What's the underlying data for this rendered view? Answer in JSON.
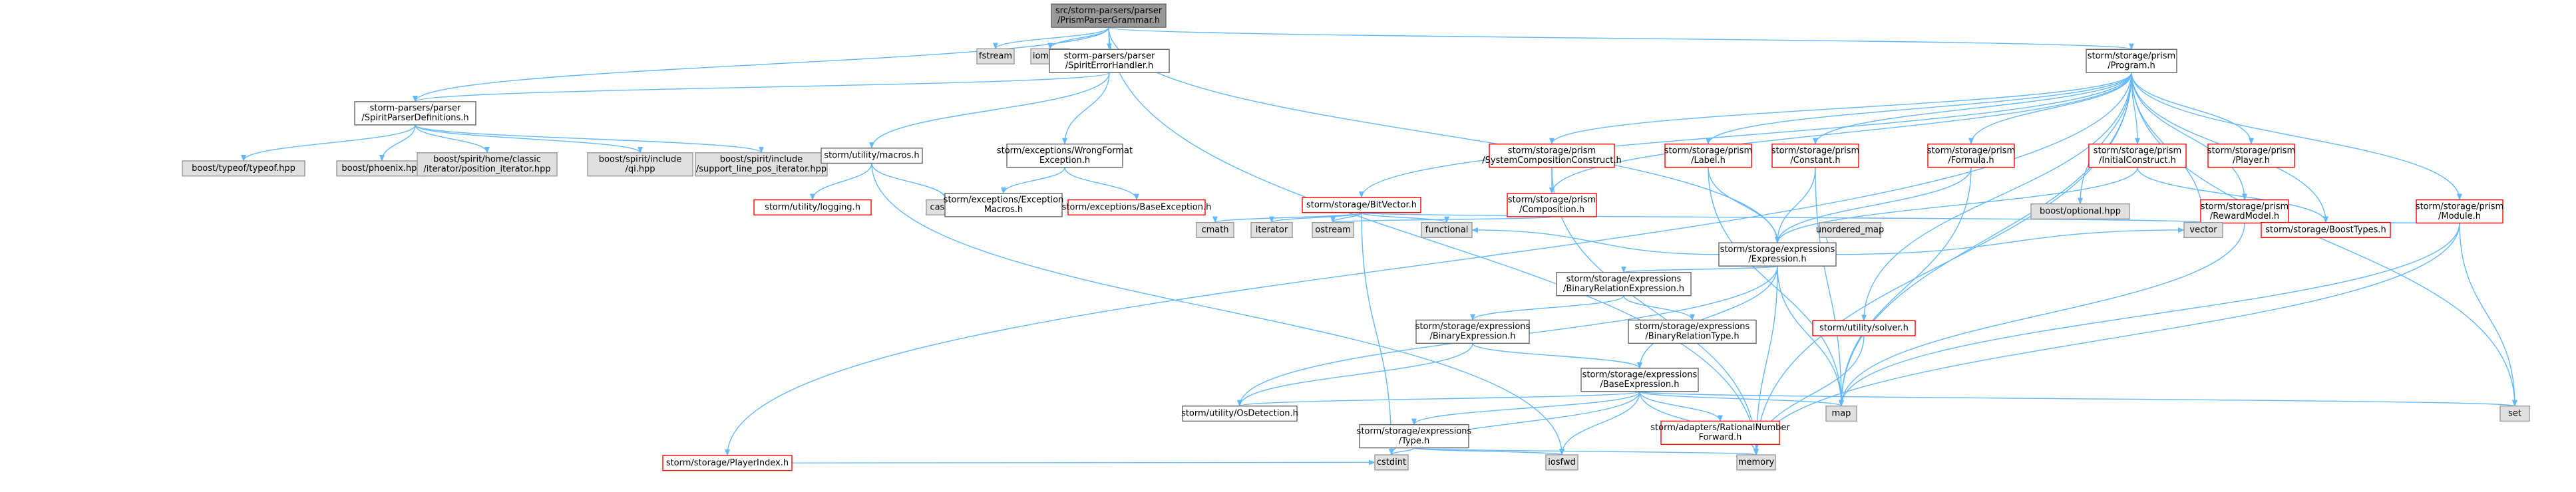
{
  "colors": {
    "edge": "#63b8ff",
    "root_fill": "#999999",
    "system_fill": "#e0e0e0",
    "system_stroke": "#999999",
    "local_stroke": "#666666",
    "truncated_stroke": "#ff0000",
    "text": "#000000"
  },
  "nodes": [
    {
      "id": "root",
      "kind": "root",
      "lines": [
        "src/storm-parsers/parser",
        "/PrismParserGrammar.h"
      ]
    },
    {
      "id": "fstream",
      "kind": "system",
      "lines": [
        "fstream"
      ]
    },
    {
      "id": "iomanip",
      "kind": "system",
      "lines": [
        "iomanip"
      ]
    },
    {
      "id": "spirit_error",
      "kind": "local",
      "lines": [
        "storm-parsers/parser",
        "/SpiritErrorHandler.h"
      ]
    },
    {
      "id": "program",
      "kind": "local",
      "lines": [
        "storm/storage/prism",
        "/Program.h"
      ]
    },
    {
      "id": "spirit_defs",
      "kind": "local",
      "lines": [
        "storm-parsers/parser",
        "/SpiritParserDefinitions.h"
      ]
    },
    {
      "id": "typeof",
      "kind": "system",
      "lines": [
        "boost/typeof/typeof.hpp"
      ]
    },
    {
      "id": "phoenix",
      "kind": "system",
      "lines": [
        "boost/phoenix.hpp"
      ]
    },
    {
      "id": "posit",
      "kind": "system",
      "lines": [
        "boost/spirit/home/classic",
        "/iterator/position_iterator.hpp"
      ]
    },
    {
      "id": "qi",
      "kind": "system",
      "lines": [
        "boost/spirit/include",
        "/qi.hpp"
      ]
    },
    {
      "id": "lpos",
      "kind": "system",
      "lines": [
        "boost/spirit/include",
        "/support_line_pos_iterator.hpp"
      ]
    },
    {
      "id": "macros",
      "kind": "local",
      "lines": [
        "storm/utility/macros.h"
      ]
    },
    {
      "id": "logging",
      "kind": "truncated",
      "lines": [
        "storm/utility/logging.h"
      ]
    },
    {
      "id": "cassert",
      "kind": "system",
      "lines": [
        "cassert"
      ]
    },
    {
      "id": "wrongformat",
      "kind": "local",
      "lines": [
        "storm/exceptions/WrongFormat",
        "Exception.h"
      ]
    },
    {
      "id": "excmacros",
      "kind": "local",
      "lines": [
        "storm/exceptions/Exception",
        "Macros.h"
      ]
    },
    {
      "id": "baseexc",
      "kind": "truncated",
      "lines": [
        "storm/exceptions/BaseException.h"
      ]
    },
    {
      "id": "playerindex",
      "kind": "truncated",
      "lines": [
        "storm/storage/PlayerIndex.h"
      ]
    },
    {
      "id": "syscomp",
      "kind": "truncated",
      "lines": [
        "storm/storage/prism",
        "/SystemCompositionConstruct.h"
      ]
    },
    {
      "id": "composition",
      "kind": "truncated",
      "lines": [
        "storm/storage/prism",
        "/Composition.h"
      ]
    },
    {
      "id": "bitvector",
      "kind": "truncated",
      "lines": [
        "storm/storage/BitVector.h"
      ]
    },
    {
      "id": "label",
      "kind": "truncated",
      "lines": [
        "storm/storage/prism",
        "/Label.h"
      ]
    },
    {
      "id": "constant",
      "kind": "truncated",
      "lines": [
        "storm/storage/prism",
        "/Constant.h"
      ]
    },
    {
      "id": "formula",
      "kind": "truncated",
      "lines": [
        "storm/storage/prism",
        "/Formula.h"
      ]
    },
    {
      "id": "initial",
      "kind": "truncated",
      "lines": [
        "storm/storage/prism",
        "/InitialConstruct.h"
      ]
    },
    {
      "id": "player",
      "kind": "truncated",
      "lines": [
        "storm/storage/prism",
        "/Player.h"
      ]
    },
    {
      "id": "expression",
      "kind": "local",
      "lines": [
        "storm/storage/expressions",
        "/Expression.h"
      ]
    },
    {
      "id": "optional",
      "kind": "system",
      "lines": [
        "boost/optional.hpp"
      ]
    },
    {
      "id": "rewardmodel",
      "kind": "truncated",
      "lines": [
        "storm/storage/prism",
        "/RewardModel.h"
      ]
    },
    {
      "id": "module",
      "kind": "truncated",
      "lines": [
        "storm/storage/prism",
        "/Module.h"
      ]
    },
    {
      "id": "boosttypes",
      "kind": "truncated",
      "lines": [
        "storm/storage/BoostTypes.h"
      ]
    },
    {
      "id": "vector",
      "kind": "system",
      "lines": [
        "vector"
      ]
    },
    {
      "id": "cmath",
      "kind": "system",
      "lines": [
        "cmath"
      ]
    },
    {
      "id": "iterator",
      "kind": "system",
      "lines": [
        "iterator"
      ]
    },
    {
      "id": "ostream",
      "kind": "system",
      "lines": [
        "ostream"
      ]
    },
    {
      "id": "functional",
      "kind": "system",
      "lines": [
        "functional"
      ]
    },
    {
      "id": "unordered_map",
      "kind": "system",
      "lines": [
        "unordered_map"
      ]
    },
    {
      "id": "binrelexpr",
      "kind": "local",
      "lines": [
        "storm/storage/expressions",
        "/BinaryRelationExpression.h"
      ]
    },
    {
      "id": "binexpr",
      "kind": "local",
      "lines": [
        "storm/storage/expressions",
        "/BinaryExpression.h"
      ]
    },
    {
      "id": "binreltype",
      "kind": "local",
      "lines": [
        "storm/storage/expressions",
        "/BinaryRelationType.h"
      ]
    },
    {
      "id": "solver",
      "kind": "truncated",
      "lines": [
        "storm/utility/solver.h"
      ]
    },
    {
      "id": "baseexpr",
      "kind": "local",
      "lines": [
        "storm/storage/expressions",
        "/BaseExpression.h"
      ]
    },
    {
      "id": "osdetect",
      "kind": "local",
      "lines": [
        "storm/utility/OsDetection.h"
      ]
    },
    {
      "id": "exprtype",
      "kind": "local",
      "lines": [
        "storm/storage/expressions",
        "/Type.h"
      ]
    },
    {
      "id": "rational",
      "kind": "truncated",
      "lines": [
        "storm/adapters/RationalNumber",
        "Forward.h"
      ]
    },
    {
      "id": "map",
      "kind": "system",
      "lines": [
        "map"
      ]
    },
    {
      "id": "set",
      "kind": "system",
      "lines": [
        "set"
      ]
    },
    {
      "id": "cstdint",
      "kind": "system",
      "lines": [
        "cstdint"
      ]
    },
    {
      "id": "iosfwd",
      "kind": "system",
      "lines": [
        "iosfwd"
      ]
    },
    {
      "id": "memory",
      "kind": "system",
      "lines": [
        "memory"
      ]
    }
  ],
  "edges": [
    [
      "root",
      "fstream"
    ],
    [
      "root",
      "iomanip"
    ],
    [
      "root",
      "spirit_error"
    ],
    [
      "root",
      "program"
    ],
    [
      "root",
      "spirit_defs"
    ],
    [
      "root",
      "expression"
    ],
    [
      "root",
      "memory"
    ],
    [
      "spirit_error",
      "spirit_defs"
    ],
    [
      "spirit_error",
      "macros"
    ],
    [
      "spirit_error",
      "wrongformat"
    ],
    [
      "spirit_defs",
      "typeof"
    ],
    [
      "spirit_defs",
      "phoenix"
    ],
    [
      "spirit_defs",
      "posit"
    ],
    [
      "spirit_defs",
      "qi"
    ],
    [
      "spirit_defs",
      "lpos"
    ],
    [
      "macros",
      "logging"
    ],
    [
      "macros",
      "cassert"
    ],
    [
      "macros",
      "iosfwd"
    ],
    [
      "wrongformat",
      "excmacros"
    ],
    [
      "wrongformat",
      "baseexc"
    ],
    [
      "program",
      "playerindex"
    ],
    [
      "program",
      "syscomp"
    ],
    [
      "program",
      "composition"
    ],
    [
      "program",
      "bitvector"
    ],
    [
      "program",
      "label"
    ],
    [
      "program",
      "constant"
    ],
    [
      "program",
      "formula"
    ],
    [
      "program",
      "initial"
    ],
    [
      "program",
      "player"
    ],
    [
      "program",
      "rewardmodel"
    ],
    [
      "program",
      "module"
    ],
    [
      "program",
      "optional"
    ],
    [
      "program",
      "boosttypes"
    ],
    [
      "program",
      "vector"
    ],
    [
      "program",
      "map"
    ],
    [
      "program",
      "set"
    ],
    [
      "program",
      "solver"
    ],
    [
      "program",
      "memory"
    ],
    [
      "playerindex",
      "cstdint"
    ],
    [
      "syscomp",
      "composition"
    ],
    [
      "syscomp",
      "memory"
    ],
    [
      "composition",
      "ostream"
    ],
    [
      "bitvector",
      "cmath"
    ],
    [
      "bitvector",
      "iterator"
    ],
    [
      "bitvector",
      "ostream"
    ],
    [
      "bitvector",
      "functional"
    ],
    [
      "bitvector",
      "vector"
    ],
    [
      "bitvector",
      "cstdint"
    ],
    [
      "label",
      "expression"
    ],
    [
      "label",
      "map"
    ],
    [
      "constant",
      "expression"
    ],
    [
      "constant",
      "map"
    ],
    [
      "formula",
      "expression"
    ],
    [
      "formula",
      "map"
    ],
    [
      "initial",
      "expression"
    ],
    [
      "initial",
      "boosttypes"
    ],
    [
      "rewardmodel",
      "vector"
    ],
    [
      "rewardmodel",
      "map"
    ],
    [
      "rewardmodel",
      "boosttypes"
    ],
    [
      "module",
      "vector"
    ],
    [
      "module",
      "boosttypes"
    ],
    [
      "module",
      "map"
    ],
    [
      "module",
      "set"
    ],
    [
      "module",
      "memory"
    ],
    [
      "expression",
      "functional"
    ],
    [
      "expression",
      "unordered_map"
    ],
    [
      "expression",
      "vector"
    ],
    [
      "expression",
      "binrelexpr"
    ],
    [
      "expression",
      "baseexpr"
    ],
    [
      "expression",
      "osdetect"
    ],
    [
      "expression",
      "map"
    ],
    [
      "expression",
      "memory"
    ],
    [
      "binrelexpr",
      "binexpr"
    ],
    [
      "binrelexpr",
      "binreltype"
    ],
    [
      "binexpr",
      "baseexpr"
    ],
    [
      "binexpr",
      "osdetect"
    ],
    [
      "solver",
      "memory"
    ],
    [
      "baseexpr",
      "osdetect"
    ],
    [
      "baseexpr",
      "exprtype"
    ],
    [
      "baseexpr",
      "rational"
    ],
    [
      "baseexpr",
      "map"
    ],
    [
      "baseexpr",
      "set"
    ],
    [
      "baseexpr",
      "cstdint"
    ],
    [
      "baseexpr",
      "iosfwd"
    ],
    [
      "baseexpr",
      "memory"
    ],
    [
      "exprtype",
      "cstdint"
    ],
    [
      "exprtype",
      "iosfwd"
    ],
    [
      "exprtype",
      "memory"
    ]
  ]
}
